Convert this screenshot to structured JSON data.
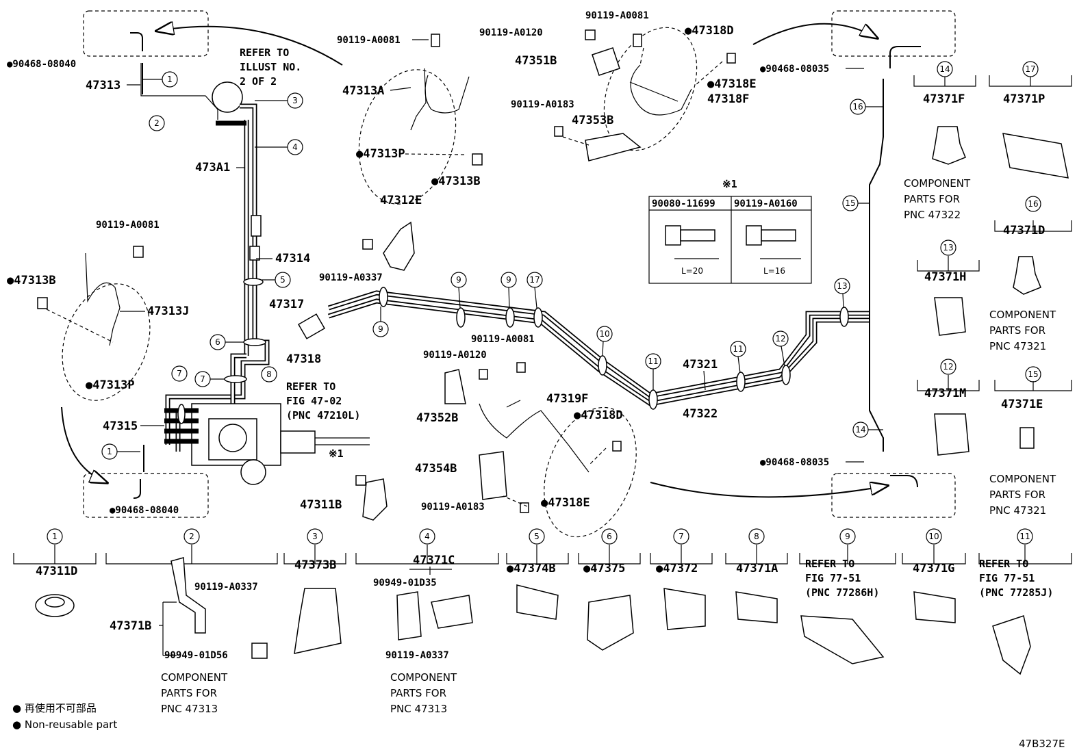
{
  "diagram_code": "47B327E",
  "legend": {
    "jp": "● 再使用不可部品",
    "en": "● Non-reusable part"
  },
  "refer_illust": [
    "REFER TO",
    "ILLUST NO.",
    "2 OF 2"
  ],
  "refer_fig_4702": [
    "REFER TO",
    "FIG 47-02",
    "(PNC 47210L)"
  ],
  "refer_fig_7751_a": [
    "REFER TO",
    "FIG 77-51",
    "(PNC 77286H)"
  ],
  "refer_fig_7751_b": [
    "REFER TO",
    "FIG 77-51",
    "(PNC 77285J)"
  ],
  "note_mark": "※1",
  "bolt_table": {
    "mark": "※1",
    "col1": "90080-11699",
    "col2": "90119-A0160",
    "len1": "L=20",
    "len2": "L=16"
  },
  "main_labels": {
    "p47313": "47313",
    "p90468_08040_top": "●90468-08040",
    "p473A1": "473A1",
    "p47314": "47314",
    "p47313A": "47313A",
    "p47313P_top": "●47313P",
    "p47313B_top": "●47313B",
    "p47312E": "47312E",
    "p90119_A0081_a": "90119-A0081",
    "p90119_A0337_a": "90119-A0337",
    "p90119_A0081_b": "90119-A0081",
    "p47313B_left": "●47313B",
    "p47313J": "47313J",
    "p47313P_left": "●47313P",
    "p47317": "47317",
    "p47318": "47318",
    "p47315": "47315",
    "p90468_08040_bot": "●90468-08040",
    "p47311B": "47311B",
    "p90119_A0120_top": "90119-A0120",
    "p90119_A0081_top": "90119-A0081",
    "p47351B": "47351B",
    "p47318D_top": "●47318D",
    "p47318E_top": "●47318E",
    "p47318F": "47318F",
    "p90119_A0183_top": "90119-A0183",
    "p47353B": "47353B",
    "p90468_08035_top": "●90468-08035",
    "p90119_A0081_mid": "90119-A0081",
    "p90119_A0120_mid": "90119-A0120",
    "p47352B": "47352B",
    "p47319F": "47319F",
    "p47318D_mid": "●47318D",
    "p47354B": "47354B",
    "p90119_A0183_mid": "90119-A0183",
    "p47318E_mid": "●47318E",
    "p47321": "47321",
    "p47322": "47322",
    "p90468_08035_bot": "●90468-08035"
  },
  "right_panel": [
    {
      "num": "14",
      "pnc": "47371F",
      "note": [
        "COMPONENT",
        "PARTS FOR",
        "PNC 47322"
      ]
    },
    {
      "num": "17",
      "pnc": "47371P",
      "note": []
    },
    {
      "num": "16",
      "pnc": "47371D",
      "note": [
        "COMPONENT",
        "PARTS FOR",
        "PNC 47321"
      ]
    },
    {
      "num": "13",
      "pnc": "47371H",
      "note": []
    },
    {
      "num": "12",
      "pnc": "47371M",
      "note": []
    },
    {
      "num": "15",
      "pnc": "47371E",
      "note": [
        "COMPONENT",
        "PARTS FOR",
        "PNC 47321"
      ]
    }
  ],
  "bottom_panel": [
    {
      "num": "1",
      "pnc": "47311D"
    },
    {
      "num": "2",
      "pnc": "47371B",
      "sub1": "90119-A0337",
      "sub2": "90949-01D56",
      "note": [
        "COMPONENT",
        "PARTS FOR",
        "PNC 47313"
      ]
    },
    {
      "num": "3",
      "pnc": "47373B"
    },
    {
      "num": "4",
      "pnc": "47371C",
      "sub1": "90949-01D35",
      "sub2": "90119-A0337",
      "note": [
        "COMPONENT",
        "PARTS FOR",
        "PNC 47313"
      ]
    },
    {
      "num": "5",
      "pnc": "●47374B"
    },
    {
      "num": "6",
      "pnc": "●47375"
    },
    {
      "num": "7",
      "pnc": "●47372"
    },
    {
      "num": "8",
      "pnc": "47371A"
    },
    {
      "num": "9",
      "pnc": ""
    },
    {
      "num": "10",
      "pnc": "47371G"
    },
    {
      "num": "11",
      "pnc": ""
    }
  ],
  "callouts": [
    "1",
    "2",
    "3",
    "4",
    "5",
    "6",
    "7",
    "8",
    "9",
    "10",
    "11",
    "12",
    "13",
    "14",
    "15",
    "16",
    "17"
  ]
}
